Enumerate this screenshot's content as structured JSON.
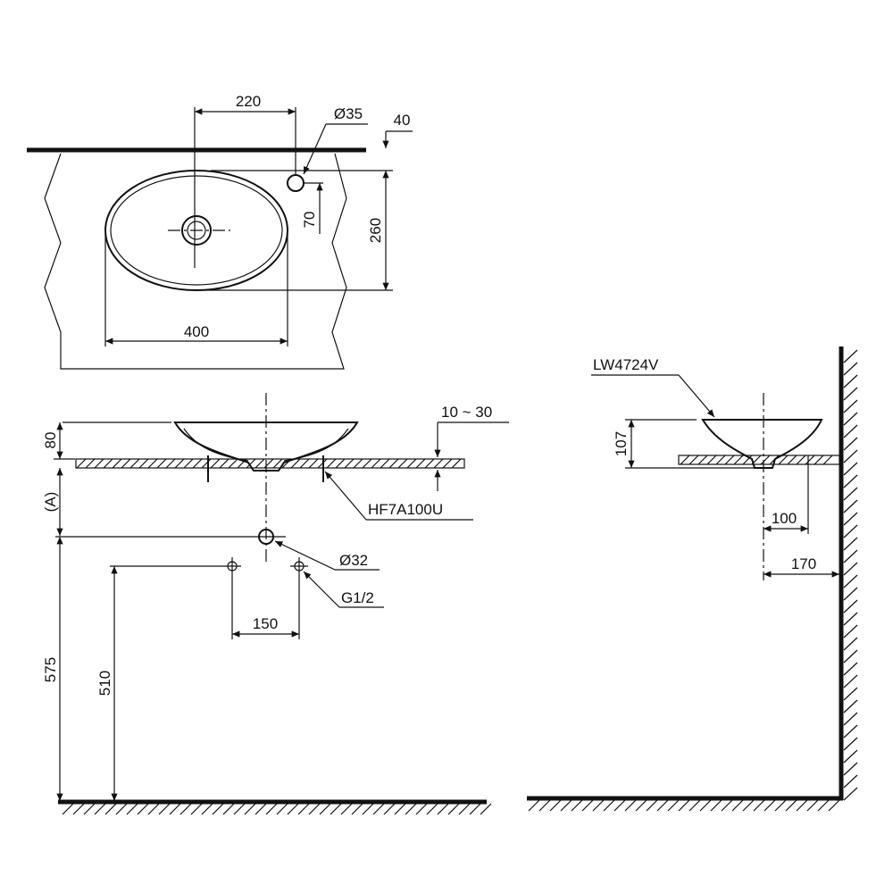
{
  "top_view": {
    "dim_tap_offset": "220",
    "dim_tap_hole": "Ø35",
    "dim_counter_gap": "40",
    "dim_tap_depth": "70",
    "dim_basin_depth": "260",
    "dim_basin_width": "400"
  },
  "front_view": {
    "dim_basin_height": "80",
    "dim_counter_thickness": "10 ~ 30",
    "dim_a": "(A)",
    "waste_part": "HF7A100U",
    "dim_drain": "Ø32",
    "dim_supply": "G1/2",
    "dim_supply_spacing": "150",
    "dim_drain_height": "575",
    "dim_supply_height": "510"
  },
  "side_view": {
    "model": "LW4724V",
    "dim_height": "107",
    "dim_drain_wall": "100",
    "dim_center_wall": "170"
  }
}
